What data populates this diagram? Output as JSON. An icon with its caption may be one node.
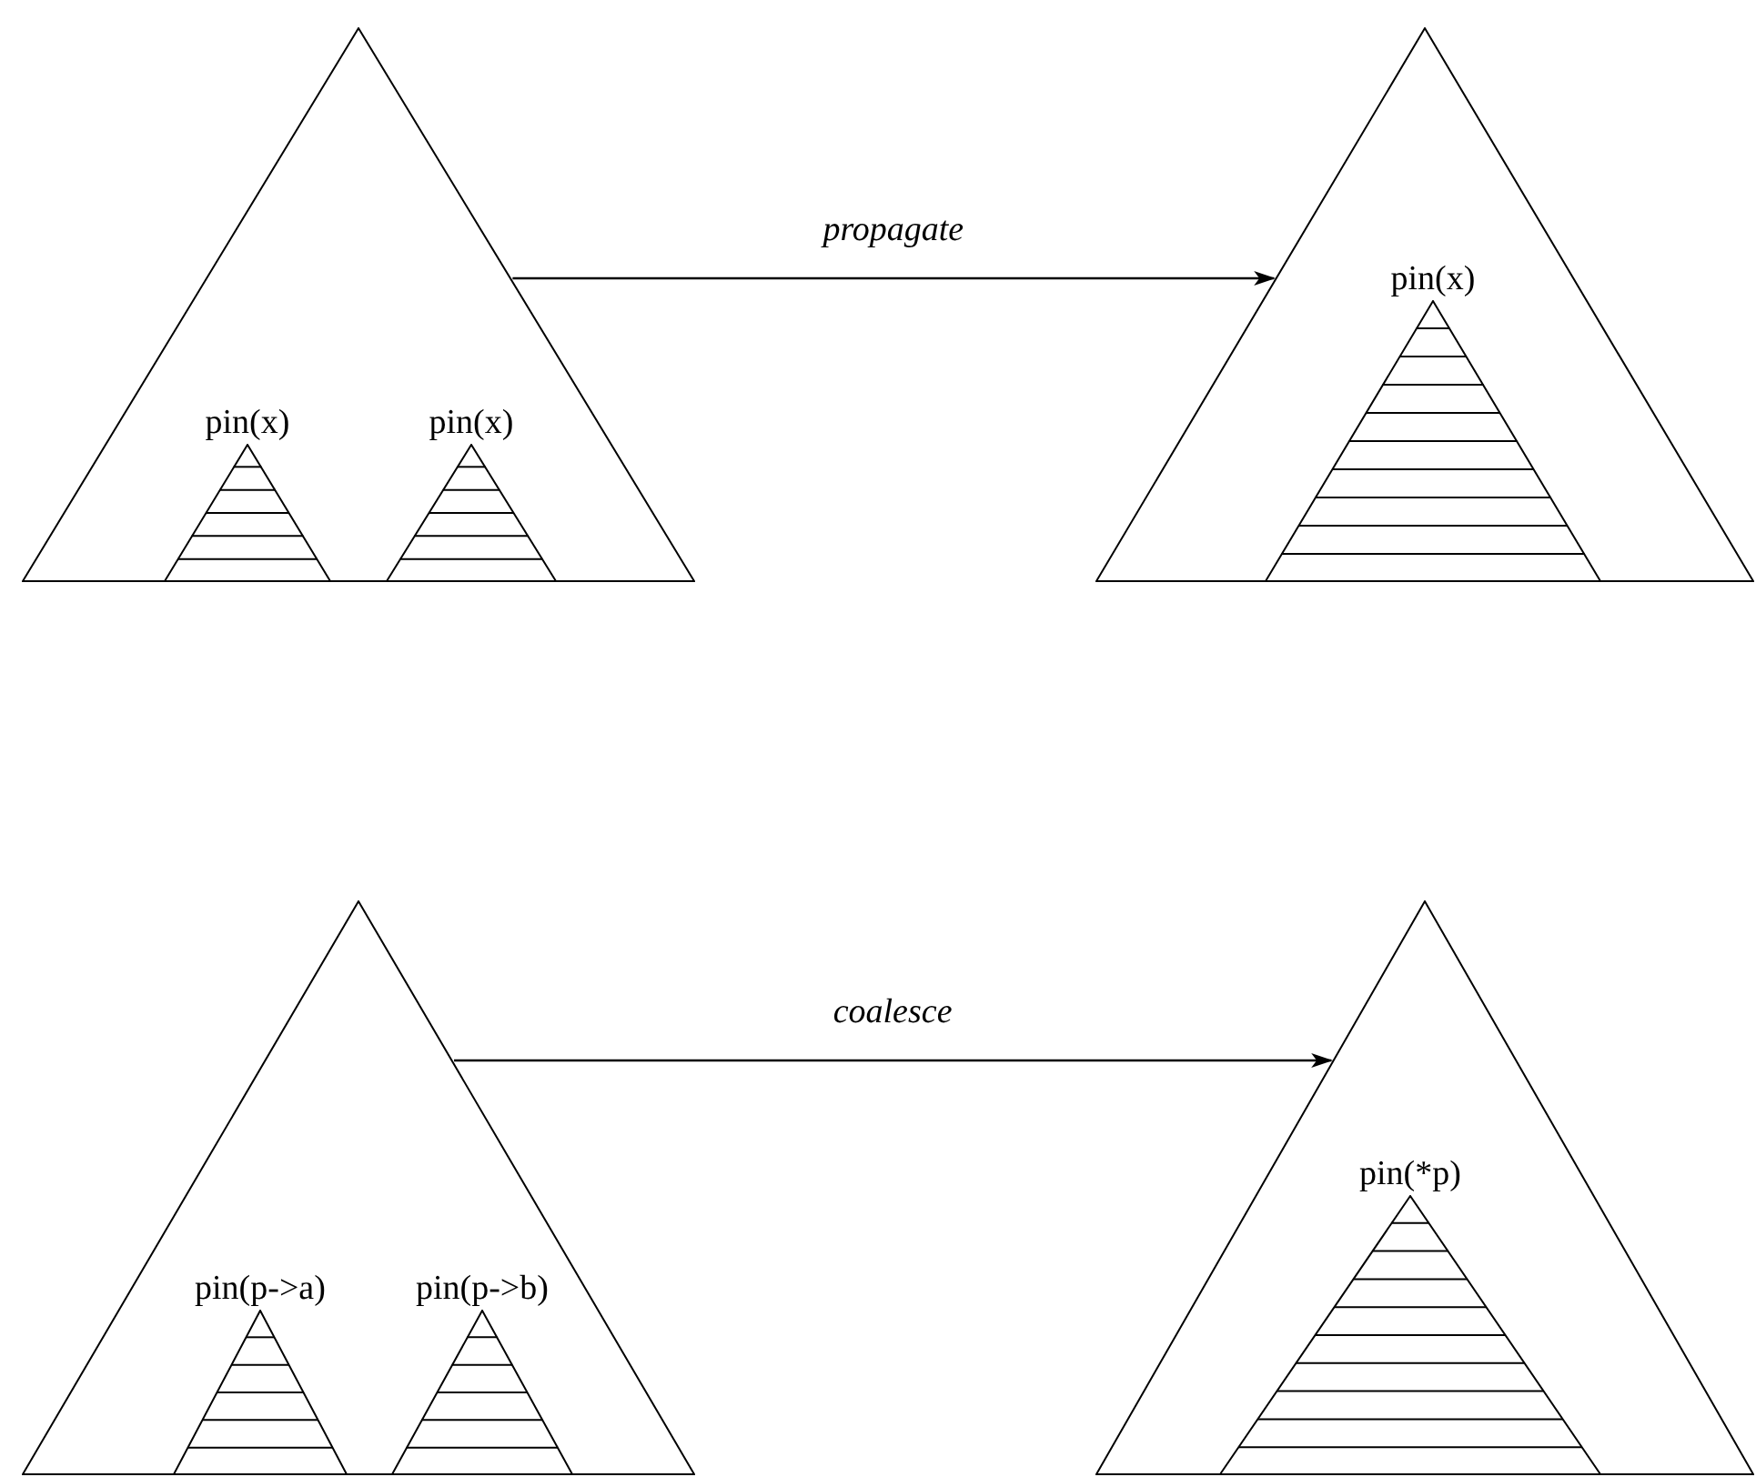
{
  "diagram": {
    "nodes": [
      {
        "text": [],
        "shape": "triangle"
      },
      {
        "text": [
          "pin(x)"
        ],
        "in": 0
      },
      {
        "text": [
          "pin(x)"
        ],
        "in": 0
      },
      {
        "text": [],
        "shape": "triangle"
      },
      {
        "text": [
          "pin(x)"
        ],
        "in": 3
      },
      {
        "text": [],
        "shape": "triangle"
      },
      {
        "text": [
          "pin(p->a)"
        ],
        "in": 5
      },
      {
        "text": [
          "pin(p->b)"
        ],
        "in": 5
      },
      {
        "text": [],
        "shape": "triangle"
      },
      {
        "text": [
          "pin(*p)"
        ],
        "in": 8
      }
    ],
    "edges": [
      {
        "from": 0,
        "to": 3,
        "arrow": "to",
        "label": "propagate"
      },
      {
        "from": 5,
        "to": 8,
        "arrow": "to",
        "label": "coalesce"
      }
    ]
  }
}
